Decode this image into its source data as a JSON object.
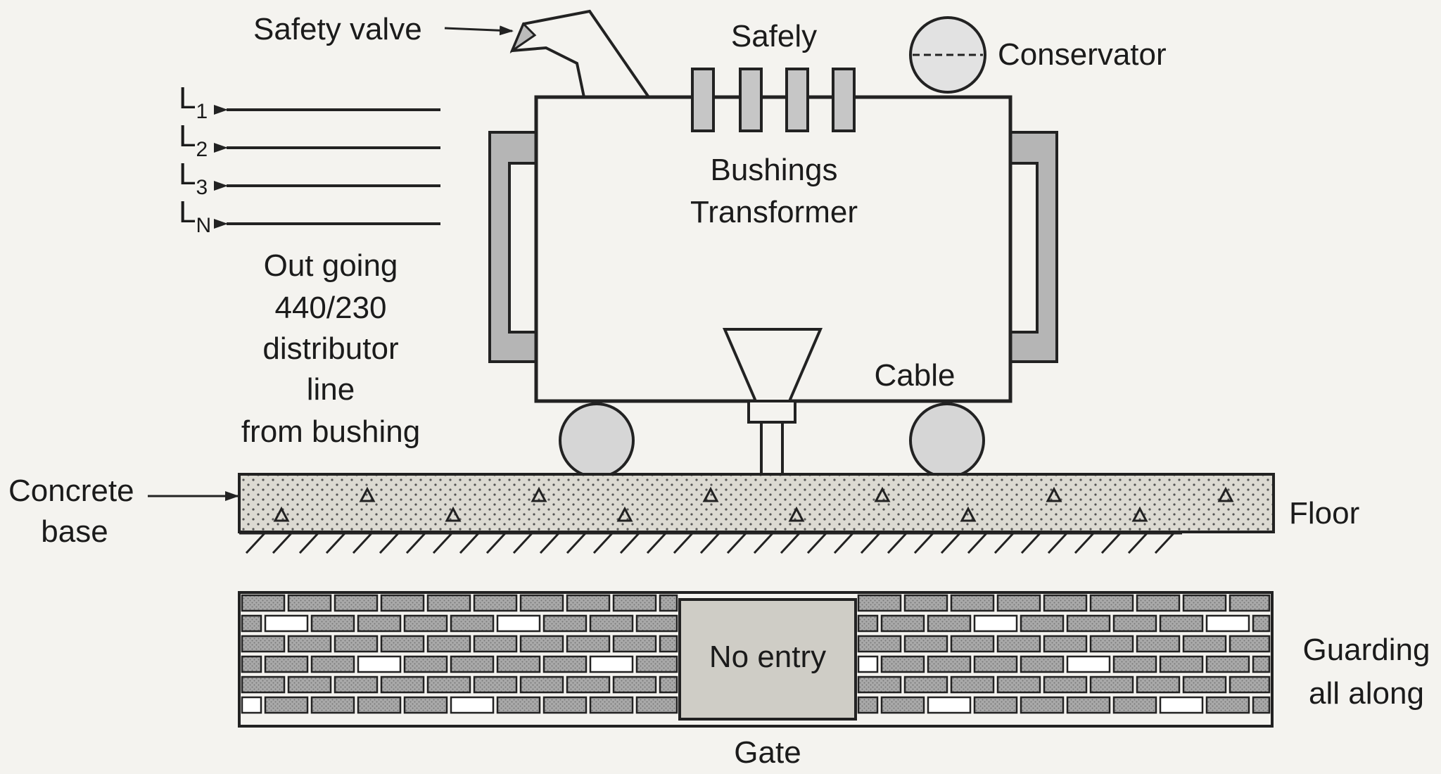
{
  "labels": {
    "safety_valve": "Safety valve",
    "safely": "Safely",
    "conservator": "Conservator",
    "bushings": "Bushings",
    "transformer": "Transformer",
    "cable": "Cable",
    "outgoing": [
      "Out going",
      "440/230",
      "distributor",
      "line",
      "from bushing"
    ],
    "concrete_base": [
      "Concrete",
      "base"
    ],
    "floor": "Floor",
    "no_entry": "No entry",
    "gate": "Gate",
    "guarding": [
      "Guarding",
      "all along"
    ]
  },
  "lines": [
    {
      "main": "L",
      "sub": "1"
    },
    {
      "main": "L",
      "sub": "2"
    },
    {
      "main": "L",
      "sub": "3"
    },
    {
      "main": "L",
      "sub": "N"
    }
  ],
  "colors": {
    "ink": "#222222",
    "fill_grey": "#bdbdbd",
    "concrete": "#d6d4cc",
    "background": "#f4f3ef"
  }
}
